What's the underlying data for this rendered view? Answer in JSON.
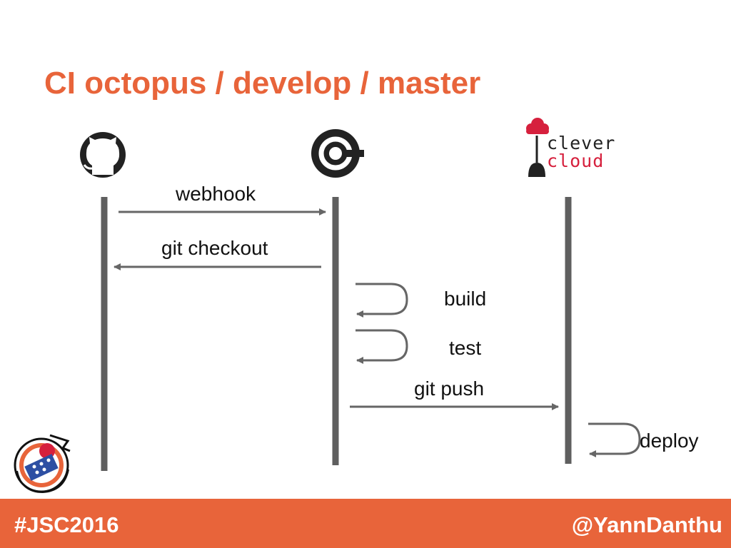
{
  "title": "CI octopus / develop / master",
  "actors": [
    {
      "id": "github",
      "icon": "github-octocat-icon"
    },
    {
      "id": "circleci",
      "icon": "circleci-icon"
    },
    {
      "id": "clevercloud",
      "icon": "clever-cloud-logo",
      "logo_text": [
        "clever",
        "cloud"
      ]
    }
  ],
  "messages": [
    {
      "label": "webhook",
      "from": "github",
      "to": "circleci"
    },
    {
      "label": "git checkout",
      "from": "circleci",
      "to": "github"
    },
    {
      "label": "build",
      "from": "circleci",
      "to": "circleci"
    },
    {
      "label": "test",
      "from": "circleci",
      "to": "circleci"
    },
    {
      "label": "git push",
      "from": "circleci",
      "to": "clevercloud"
    },
    {
      "label": "deploy",
      "from": "clevercloud",
      "to": "clevercloud"
    }
  ],
  "footer": {
    "left": "#JSC2016",
    "right": "@YannDanthu"
  },
  "colors": {
    "accent": "#e8643a",
    "lifeline": "#5f5f5f",
    "arrow": "#666666",
    "icon": "#222222",
    "cloud_red": "#d6203d"
  }
}
